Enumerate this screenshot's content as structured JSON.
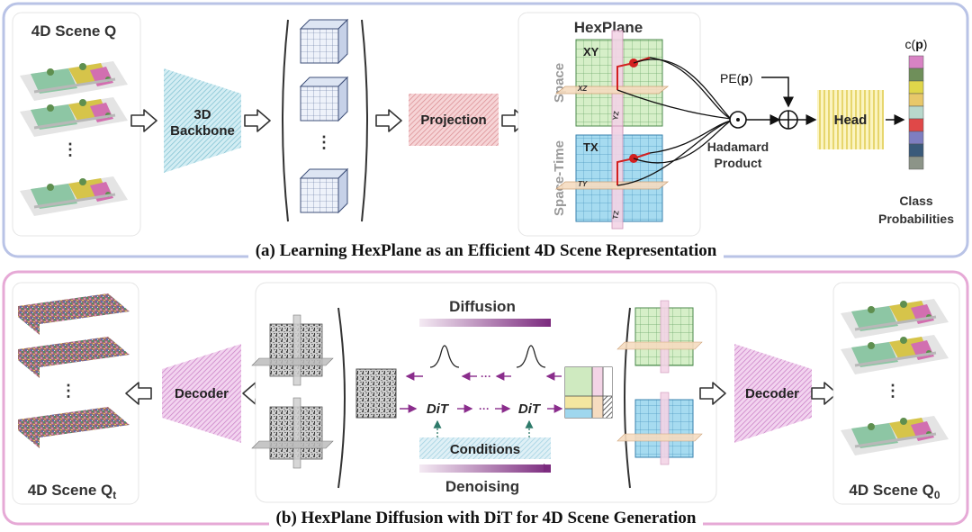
{
  "panel_a": {
    "caption": "(a) Learning HexPlane as an Efficient 4D Scene Representation",
    "scene_title": "4D Scene Q",
    "ellipsis": "⋮",
    "backbone_label_1": "3D",
    "backbone_label_2": "Backbone",
    "projection_label": "Projection",
    "hexplane_title": "HexPlane",
    "space_label": "Space",
    "spacetime_label": "Space-Time",
    "plane_xy": "XY",
    "plane_xz": "XZ",
    "plane_yz": "YZ",
    "plane_tx": "TX",
    "plane_ty": "TY",
    "plane_tz": "TZ",
    "hadamard_symbol": "⊙",
    "hadamard_label_1": "Hadamard",
    "hadamard_label_2": "Product",
    "pe_label": "PE(p)",
    "plus_symbol": "⊕",
    "head_label": "Head",
    "cp_label": "c(p)",
    "class_label_1": "Class",
    "class_label_2": "Probabilities",
    "class_colors": [
      "#d883c4",
      "#6f8f5a",
      "#e0d64a",
      "#e8c86a",
      "#b8d8cc",
      "#e04848",
      "#7e7ec0",
      "#3a5a7a",
      "#8c9488"
    ]
  },
  "panel_b": {
    "caption": "(b) HexPlane Diffusion with DiT for 4D Scene Generation",
    "scene_t_label": "4D Scene Q",
    "scene_t_sub": "t",
    "scene_0_label": "4D Scene Q",
    "scene_0_sub": "0",
    "decoder_left": "Decoder",
    "decoder_right": "Decoder",
    "diffusion_label": "Diffusion",
    "denoising_label": "Denoising",
    "dit_1": "DiT",
    "dit_2": "DiT",
    "dots": "···",
    "conditions_label": "Conditions",
    "ellipsis": "⋮"
  },
  "colors": {
    "panel_a_border": "#b9c3e6",
    "panel_b_border": "#e6a9d6",
    "backbone": "#9fd0dc",
    "projection": "#e4a4a8",
    "head": "#f1e488",
    "decoder": "#d98cd2",
    "green_plane": "#cfeac0",
    "blue_plane": "#9fd7ee",
    "arrow_purple": "#8a2d8c"
  }
}
